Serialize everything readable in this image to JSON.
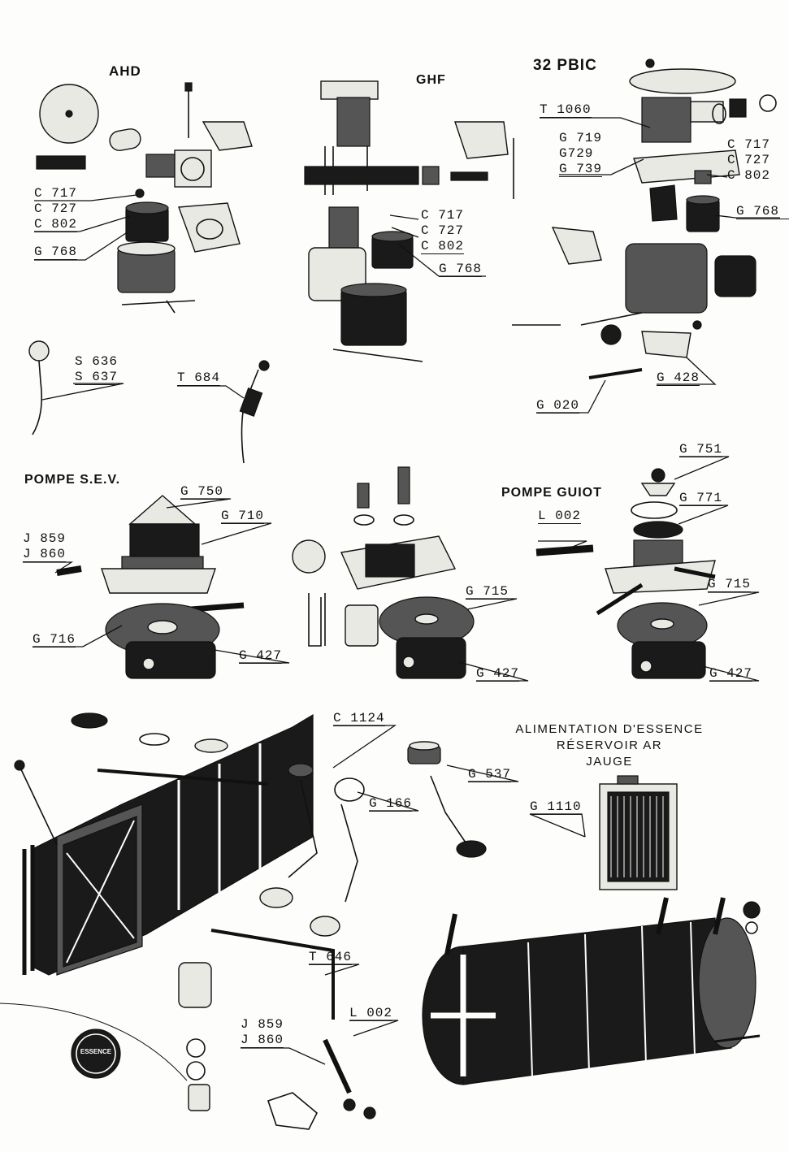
{
  "section_titles": {
    "ahd": "AHD",
    "ghf": "GHF",
    "pbic": "32 PBIC",
    "pompe_sev": "POMPE S.E.V.",
    "pompe_guiot": "POMPE GUIOT"
  },
  "caption": {
    "line1": "ALIMENTATION D'ESSENCE",
    "line2": "RÉSERVOIR AR",
    "line3": "JAUGE"
  },
  "labels": {
    "ahd_c717": "C 717",
    "ahd_c727": "C 727",
    "ahd_c802": "C 802",
    "ahd_g768": "G 768",
    "ghf_c717": "C 717",
    "ghf_c727": "C 727",
    "ghf_c802": "C 802",
    "ghf_g768": "G 768",
    "pbic_t1060": "T 1060",
    "pbic_g719": "G 719",
    "pbic_g729": "G729",
    "pbic_g739": "G 739",
    "pbic_c717": "C 717",
    "pbic_c727": "C 727",
    "pbic_c802": "C 802",
    "pbic_g768": "G 768",
    "pbic_g428": "G 428",
    "pbic_g020": "G 020",
    "s636": "S 636",
    "s637": "S 637",
    "t684": "T 684",
    "sev_g750": "G 750",
    "sev_g710": "G 710",
    "sev_j859": "J 859",
    "sev_j860": "J 860",
    "sev_g716": "G 716",
    "sev_g427": "G 427",
    "mid_g715": "G 715",
    "mid_g427": "G 427",
    "guiot_g751": "G 751",
    "guiot_g771": "G 771",
    "guiot_l002": "L 002",
    "guiot_g715": "G 715",
    "guiot_g427": "G 427",
    "tank_c1124": "C 1124",
    "tank_g166": "G 166",
    "tank_g537": "G 537",
    "tank_g1110": "G 1110",
    "tank_t646": "T 646",
    "tank_l002": "L 002",
    "tank_j859": "J 859",
    "tank_j860": "J 860"
  },
  "cap_label": "ESSENCE",
  "colors": {
    "ink": "#111111",
    "paper": "#fdfdfb"
  }
}
